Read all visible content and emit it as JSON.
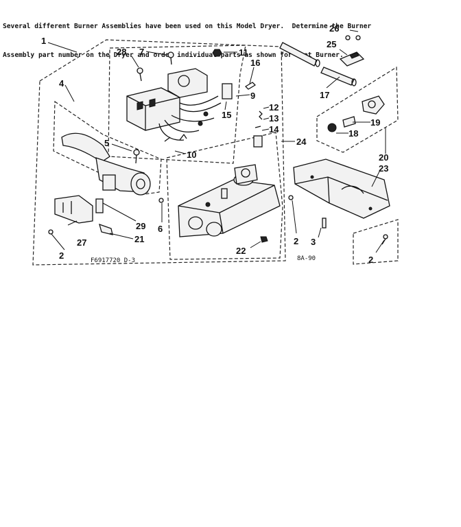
{
  "note": {
    "line1": "Several different Burner Assemblies have been used on this Model Dryer.  Determine the Burner",
    "line2": "Assembly part number on the Dryer and order individual parts as shown for that Burner."
  },
  "figure_id": "F6917720 D-3",
  "ref_code": "8A-90",
  "callouts": [
    "1",
    "2",
    "2",
    "2",
    "3",
    "4",
    "5",
    "6",
    "7",
    "9",
    "10",
    "11",
    "12",
    "13",
    "14",
    "15",
    "16",
    "17",
    "18",
    "19",
    "20",
    "21",
    "22",
    "23",
    "24",
    "25",
    "26",
    "27",
    "28",
    "29"
  ]
}
